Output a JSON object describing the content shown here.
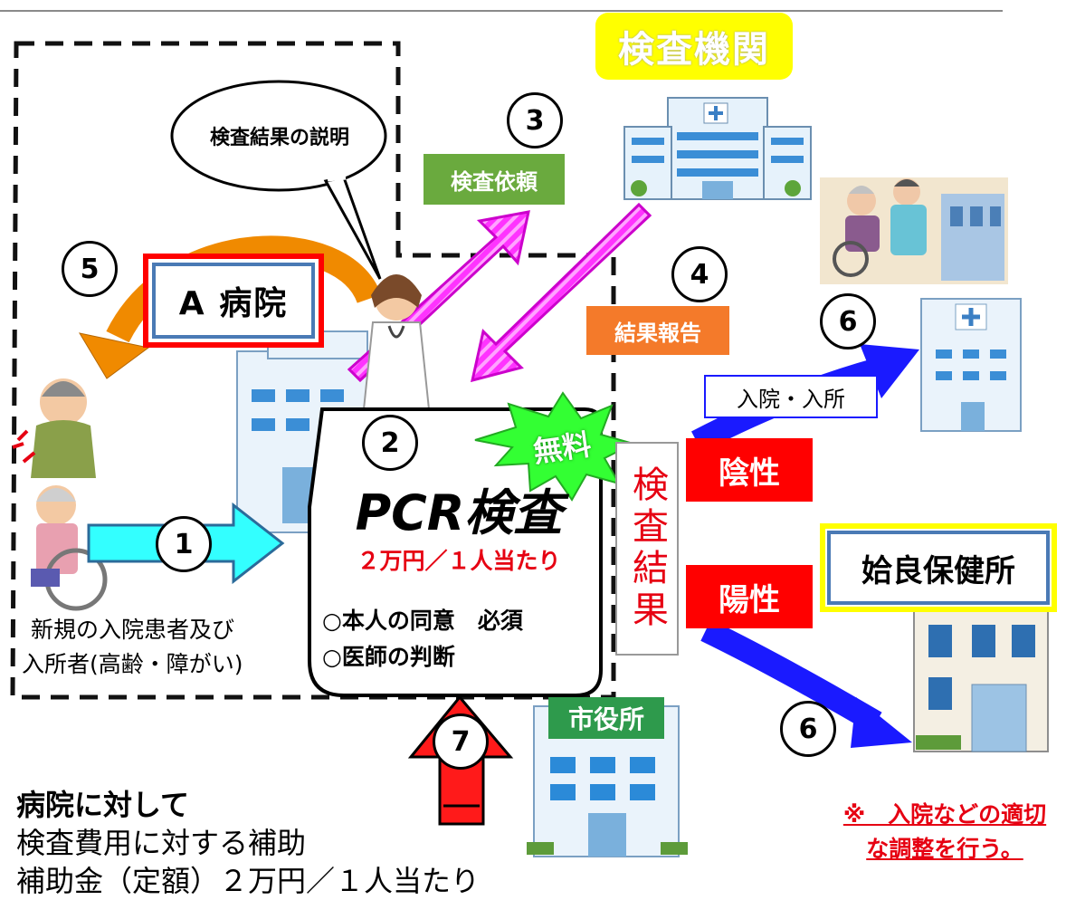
{
  "nodes": {
    "lab": "検査機関",
    "hospital": "A 病院",
    "health_center": "姶良保健所",
    "city_office_sign": "市役所"
  },
  "labels": {
    "speech": "検査結果の説明",
    "request": "検査依頼",
    "report": "結果報告",
    "free": "無料",
    "result_vertical": "検査結果",
    "negative": "陰性",
    "positive": "陽性",
    "admission": "入院・入所",
    "patients_line1": "新規の入院患者及び",
    "patients_line2": "入所者(高齢・障がい)"
  },
  "pcr": {
    "title": "PCR検査",
    "price": "２万円／１人当たり",
    "cond1": "○本人の同意　必須",
    "cond2": "○医師の判断"
  },
  "steps": {
    "s1": "1",
    "s2": "2",
    "s3": "3",
    "s4": "4",
    "s5": "5",
    "s6a": "6",
    "s6b": "6",
    "s7": "7"
  },
  "subsidy": {
    "heading": "病院に対して",
    "line1": "検査費用に対する補助",
    "line2": "補助金（定額）２万円／１人当たり"
  },
  "note": {
    "line1": "※　入院などの適切",
    "line2": "な調整を行う。"
  },
  "colors": {
    "magenta_arrow": "#ff33ff",
    "blue_arrow": "#1a1aff",
    "cyan_arrow": "#33ffff",
    "orange_arrow": "#f08a00",
    "red_arrow": "#ff1a1a",
    "lab_yellow": "#ffff00",
    "request_green": "#6aaa3e",
    "report_orange": "#f47a2a",
    "free_green": "#33ff33",
    "badge_red": "#ff0000"
  }
}
